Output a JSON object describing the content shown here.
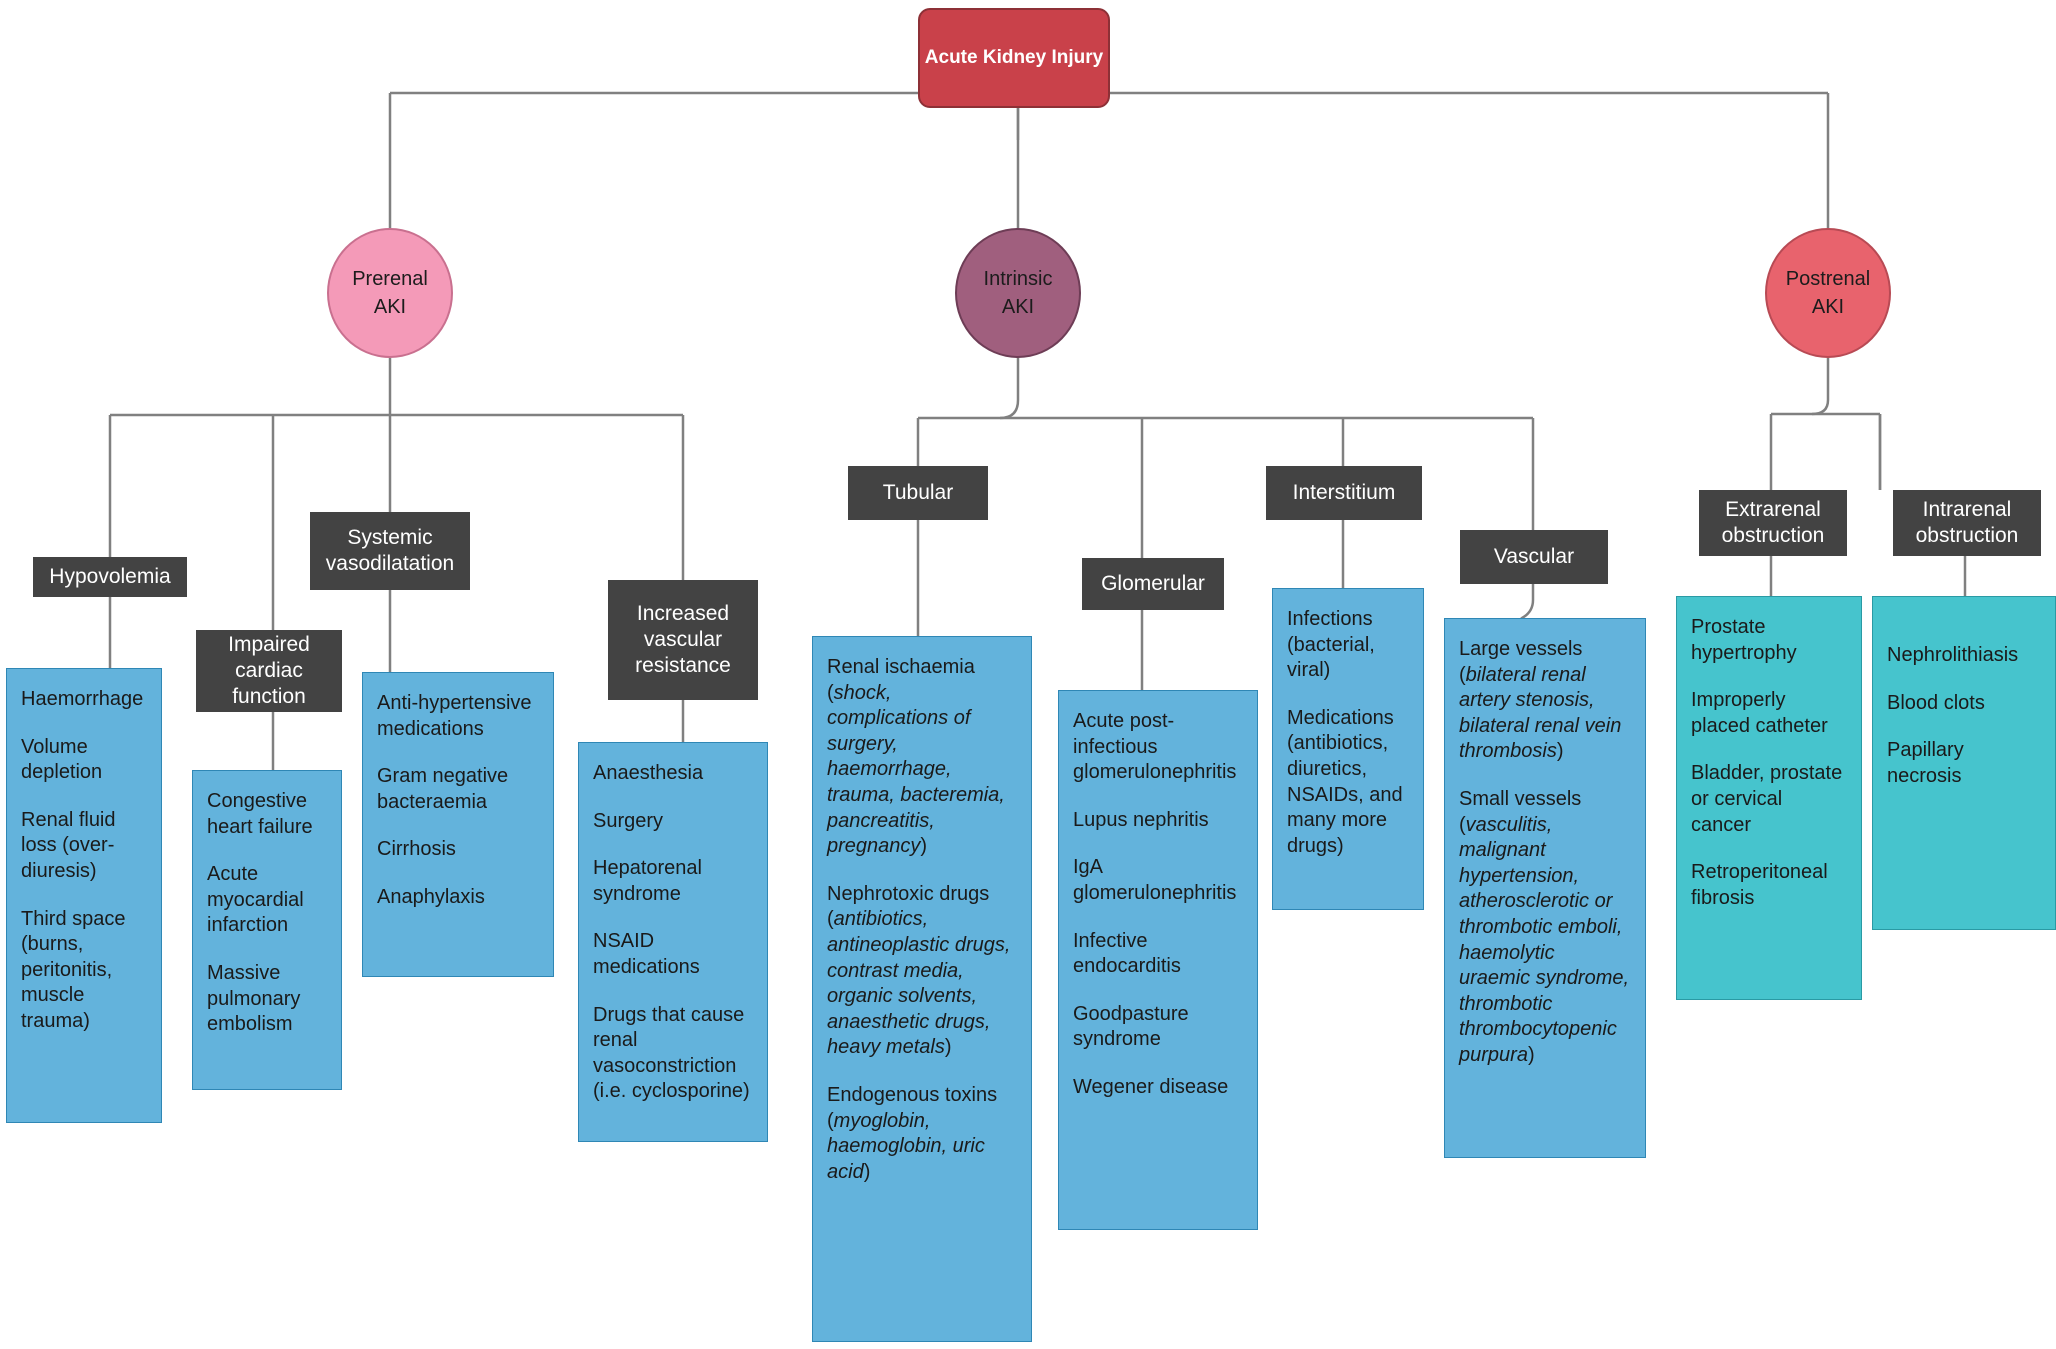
{
  "diagram": {
    "title": "Acute Kidney Injury classification flowchart",
    "root": {
      "label": "Acute Kidney Injury",
      "color": "#c9414a"
    },
    "categories": [
      {
        "id": "prerenal",
        "label": "Prerenal\nAKI",
        "color": "#f49ab8"
      },
      {
        "id": "intrinsic",
        "label": "Intrinsic\nAKI",
        "color": "#a05f7e"
      },
      {
        "id": "postrenal",
        "label": "Postrenal\nAKI",
        "color": "#e8636d"
      }
    ],
    "subcategories": [
      {
        "id": "hypovolemia",
        "label": "Hypovolemia"
      },
      {
        "id": "impaired-cardiac",
        "label": "Impaired cardiac function"
      },
      {
        "id": "systemic-vasodilatation",
        "label": "Systemic vasodilatation"
      },
      {
        "id": "increased-resistance",
        "label": "Increased vascular resistance"
      },
      {
        "id": "tubular",
        "label": "Tubular"
      },
      {
        "id": "glomerular",
        "label": "Glomerular"
      },
      {
        "id": "interstitium",
        "label": "Interstitium"
      },
      {
        "id": "vascular",
        "label": "Vascular"
      },
      {
        "id": "extrarenal",
        "label": "Extrarenal obstruction"
      },
      {
        "id": "intrarenal",
        "label": "Intrarenal obstruction"
      }
    ],
    "details": {
      "hypovolemia": [
        "Haemorrhage",
        "Volume depletion",
        "Renal fluid loss (over-diuresis)",
        "Third space (burns, peritonitis, muscle trauma)"
      ],
      "impaired_cardiac": [
        "Congestive heart failure",
        "Acute myocardial infarction",
        "Massive pulmonary embolism"
      ],
      "systemic_vasodilatation": [
        "Anti-hypertensive medications",
        "Gram negative bacteraemia",
        "Cirrhosis",
        "Anaphylaxis"
      ],
      "increased_resistance": [
        "Anaesthesia",
        "Surgery",
        "Hepatorenal syndrome",
        "NSAID medications",
        "Drugs that cause renal vasoconstriction (i.e. cyclosporine)"
      ],
      "tubular": [
        {
          "lead": "Renal ischaemia (",
          "italic": "shock, complications of surgery, haemorrhage, trauma, bacteremia, pancreatitis, pregnancy",
          "tail": ")"
        },
        {
          "lead": "Nephrotoxic drugs (",
          "italic": "antibiotics, antineoplastic drugs, contrast media, organic solvents, anaesthetic drugs, heavy metals",
          "tail": ")"
        },
        {
          "lead": "Endogenous toxins (",
          "italic": "myoglobin, haemoglobin, uric acid",
          "tail": ")"
        }
      ],
      "glomerular": [
        "Acute post-infectious glomerulonephritis",
        "Lupus nephritis",
        "IgA glomerulonephritis",
        "Infective endocarditis",
        "Goodpasture syndrome",
        "Wegener disease"
      ],
      "interstitium": [
        "Infections (bacterial, viral)",
        "Medications (antibiotics, diuretics, NSAIDs, and many more drugs)"
      ],
      "vascular": [
        {
          "lead": "Large vessels (",
          "italic": "bilateral renal artery stenosis, bilateral renal vein thrombosis",
          "tail": ")"
        },
        {
          "lead": "Small vessels (",
          "italic": "vasculitis, malignant hypertension, atherosclerotic or thrombotic emboli, haemolytic uraemic syndrome, thrombotic thrombocytopenic purpura",
          "tail": ")"
        }
      ],
      "extrarenal": [
        "Prostate hypertrophy",
        "Improperly placed catheter",
        "Bladder, prostate or cervical cancer",
        "Retroperitoneal fibrosis"
      ],
      "intrarenal": [
        "Nephrolithiasis",
        "Blood clots",
        "Papillary necrosis"
      ]
    }
  }
}
